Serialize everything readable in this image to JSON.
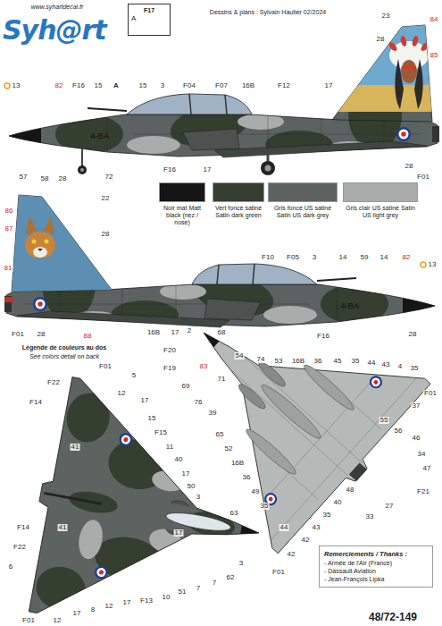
{
  "diagram": {
    "nodes": [
      {
        "text": [
          "Remerciements / Thanks :",
          "- Armée de l'Air (France)",
          "- Dassault Aviation",
          "- Jean-François Lipka"
        ]
      },
      {
        "text": [
          "F17",
          "A"
        ]
      }
    ],
    "labels": [
      "Syh@rt",
      "www.syhartdecal.fr",
      "Dessins & plans : Sylvain Hautier 02/2024",
      "13",
      "82",
      "F16",
      "15",
      "A",
      "15",
      "3",
      "F04",
      "F07",
      "16B",
      "F12",
      "17",
      "23",
      "84",
      "28",
      "85",
      "57",
      "58",
      "28",
      "72",
      "F16",
      "17",
      "28",
      "F01",
      "4-BA",
      "22",
      "86",
      "87",
      "28",
      "81",
      "F10",
      "F05",
      "3",
      "14",
      "59",
      "14",
      "82",
      "13",
      "F01",
      "28",
      "88",
      "16B",
      "17",
      "2",
      "F16",
      "28",
      "4-BA",
      "Légende de couleurs au dos",
      "See colors detail on back",
      "F01",
      "F22",
      "5",
      "F14",
      "12",
      "17",
      "15",
      "F15",
      "11",
      "40",
      "17",
      "50",
      "3",
      "17",
      "63",
      "3",
      "62",
      "7",
      "7",
      "51",
      "10",
      "F13",
      "17",
      "12",
      "8",
      "17",
      "12",
      "F01",
      "6",
      "F22",
      "F14",
      "41",
      "41",
      "F20",
      "68",
      "F19",
      "69",
      "83",
      "71",
      "76",
      "39",
      "54",
      "74",
      "53",
      "16B",
      "36",
      "45",
      "35",
      "44",
      "43",
      "4",
      "35",
      "F01",
      "37",
      "55",
      "56",
      "46",
      "34",
      "47",
      "F21",
      "27",
      "33",
      "65",
      "52",
      "16B",
      "36",
      "49",
      "35",
      "44",
      "42",
      "42",
      "43",
      "35",
      "40",
      "48",
      "F01",
      "48/72-149"
    ],
    "legend": [
      {
        "text": "Noir mat Matt black (nez / nose)",
        "color": "#151515"
      },
      {
        "text": "Vert foncé satiné Satin dark green",
        "color": "#343f30"
      },
      {
        "text": "Gris foncé US satiné Satin US dark grey",
        "color": "#5d6361"
      },
      {
        "text": "Gris clair US satiné Satin US light grey",
        "color": "#a9acab"
      }
    ]
  }
}
